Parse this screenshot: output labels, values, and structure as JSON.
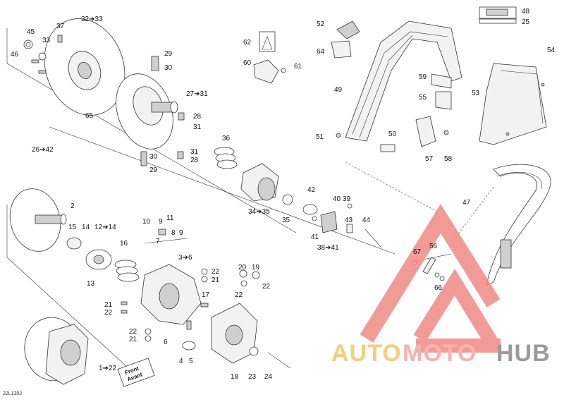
{
  "diagram_code": "22L1302",
  "watermark": {
    "auto": "AUTO",
    "moto": "MOTO",
    "hub": "HUB",
    "colors": {
      "auto": "#f2c56b",
      "moto": "#f4a6a0",
      "hub": "#8a8a8a",
      "triangle": "#f08a84"
    }
  },
  "callouts": {
    "c45": "45",
    "c46": "46",
    "c33a": "33",
    "c37": "37",
    "c32_33": "32➔33",
    "c29a": "29",
    "c30a": "30",
    "c27_31": "27➔31",
    "c65": "65",
    "c28a": "28",
    "c31a": "31",
    "c26_42": "26➔42",
    "c36": "36",
    "c31b": "31",
    "c28b": "28",
    "c30b": "30",
    "c29b": "29",
    "c62": "62",
    "c60": "60",
    "c61": "61",
    "c52": "52",
    "c64": "64",
    "c49": "49",
    "c48": "48",
    "c25": "25",
    "c54": "54",
    "c59": "59",
    "c55": "55",
    "c53": "53",
    "c51": "51",
    "c50": "50",
    "c57": "57",
    "c58": "58",
    "c42": "42",
    "c40": "40",
    "c39": "39",
    "c34_35": "34➔35",
    "c35": "35",
    "c43": "43",
    "c44": "44",
    "c41": "41",
    "c38_41": "38➔41",
    "c47": "47",
    "c2": "2",
    "c15": "15",
    "c14": "14",
    "c12_14": "12➔14",
    "c16": "16",
    "c13": "13",
    "c10": "10",
    "c9a": "9",
    "c11": "11",
    "c8": "8",
    "c9b": "9",
    "c7": "7",
    "c3_6": "3➔6",
    "c22a": "22",
    "c21a": "21",
    "c20": "20",
    "c19": "19",
    "c22b": "22",
    "c22c": "22",
    "c17": "17",
    "c21b": "21",
    "c22d": "22",
    "c22e": "22",
    "c21c": "21",
    "c6": "6",
    "c4": "4",
    "c5": "5",
    "c18": "18",
    "c23": "23",
    "c24": "24",
    "c1_22": "1➔22",
    "c67": "67",
    "c56": "56",
    "c66": "66"
  },
  "front_label": {
    "line1": "Front",
    "line2": "Avant"
  }
}
